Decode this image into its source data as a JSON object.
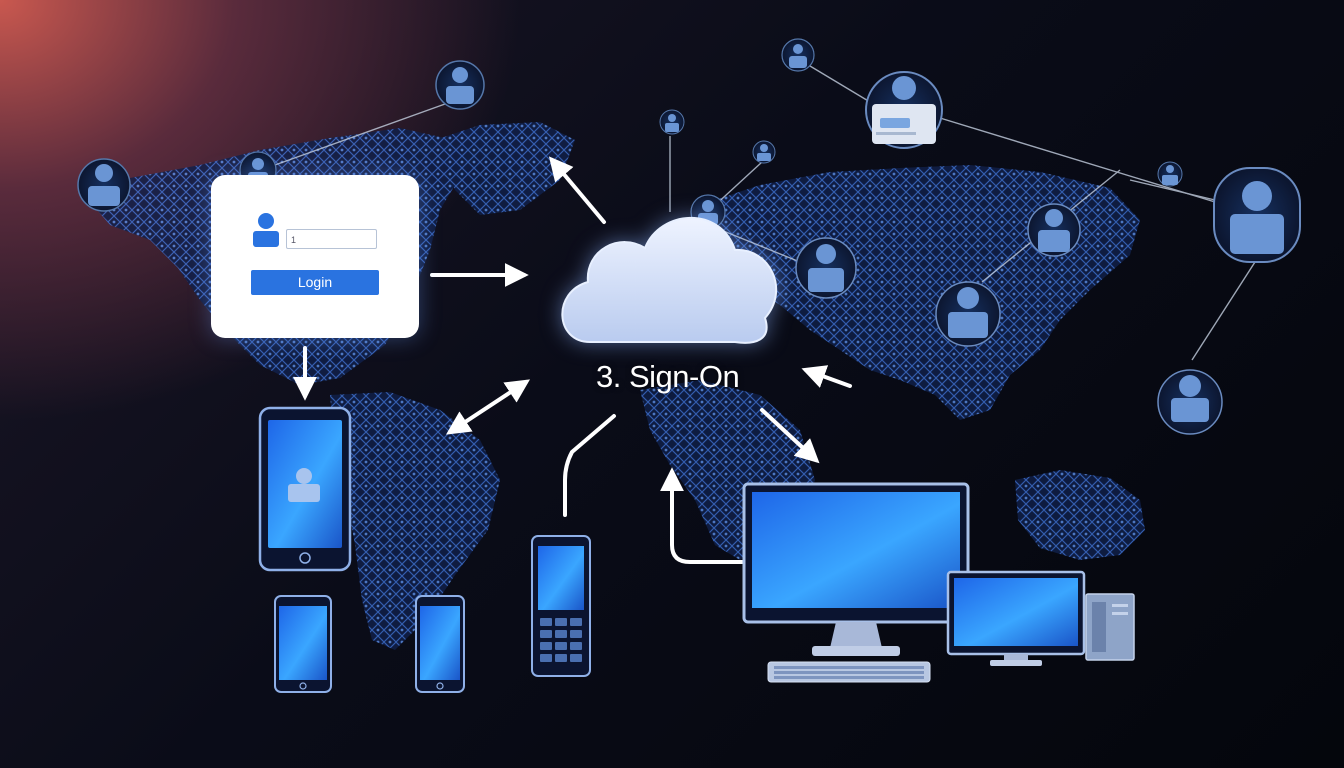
{
  "login_panel": {
    "field_value": "1",
    "button_label": "Login"
  },
  "caption": "3. Sign-On",
  "colors": {
    "map": "#2f5db8",
    "device_screen": "#2f8cf5",
    "avatar": "#5f8fd0",
    "accent_blue": "#2a73e0",
    "glow_red": "#c9584f"
  },
  "icons": [
    "user-icon",
    "cloud-icon",
    "smartphone-icon",
    "feature-phone-icon",
    "monitor-icon",
    "computer-tower-icon",
    "keyboard-icon",
    "id-card-icon"
  ]
}
